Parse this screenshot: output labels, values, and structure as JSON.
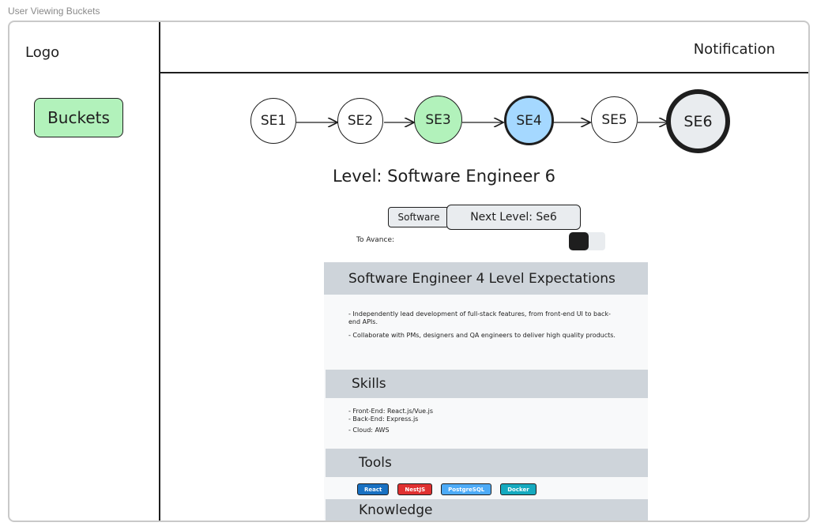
{
  "frame_title": "User Viewing Buckets",
  "header": {
    "logo": "Logo",
    "notification": "Notification"
  },
  "sidebar": {
    "buckets": "Buckets"
  },
  "levels": [
    {
      "label": "SE1",
      "state": "default"
    },
    {
      "label": "SE2",
      "state": "default"
    },
    {
      "label": "SE3",
      "state": "completed"
    },
    {
      "label": "SE4",
      "state": "current"
    },
    {
      "label": "SE5",
      "state": "default"
    },
    {
      "label": "SE6",
      "state": "target"
    }
  ],
  "level_title": "Level: Software Engineer 6",
  "tabs": {
    "software": "Software",
    "next_level": "Next Level: Se6"
  },
  "advance": {
    "label": "To Avance:",
    "toggle_on": true
  },
  "expectations": {
    "title": "Software Engineer 4 Level Expectations",
    "items": [
      "- Independently lead development of full-stack features, from front-end UI to back-end APIs.",
      "- Collaborate with PMs, designers and QA engineers to deliver high quality products."
    ]
  },
  "skills": {
    "title": "Skills",
    "items": [
      "- Front-End: React.js/Vue.js",
      "- Back-End: Express.js",
      "- Cloud: AWS"
    ]
  },
  "tools": {
    "title": "Tools",
    "tags": [
      {
        "label": "React",
        "color": "#1971c2"
      },
      {
        "label": "NestJS",
        "color": "#e03131"
      },
      {
        "label": "PostgreSQL",
        "color": "#4dabf7"
      },
      {
        "label": "Docker",
        "color": "#15aabf"
      }
    ]
  },
  "knowledge": {
    "title": "Knowledge"
  },
  "colors": {
    "completed": "#b2f2bb",
    "current": "#a5d8ff",
    "target": "#e9ecef",
    "section_header": "#ced4da"
  }
}
